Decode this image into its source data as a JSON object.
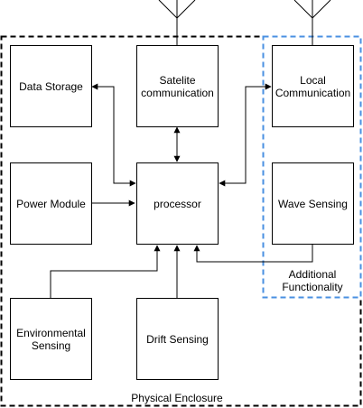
{
  "diagram": {
    "nodes": {
      "data_storage": "Data Storage",
      "satellite": [
        "Satelite",
        "communication"
      ],
      "local_comm": [
        "Local",
        "Communication"
      ],
      "power_module": "Power Module",
      "processor": "processor",
      "wave_sensing": "Wave Sensing",
      "environmental": [
        "Environmental",
        "Sensing"
      ],
      "drift_sensing": "Drift Sensing"
    },
    "groups": {
      "enclosure": "Physical Enclosure",
      "additional": [
        "Additional",
        "Functionality"
      ]
    },
    "colors": {
      "line": "#000000",
      "enclosure_border": "#000000",
      "additional_border": "#4a90e2"
    },
    "edges": [
      {
        "from": "processor",
        "to": "data_storage",
        "type": "bidirectional"
      },
      {
        "from": "processor",
        "to": "satellite",
        "type": "bidirectional"
      },
      {
        "from": "processor",
        "to": "local_comm",
        "type": "bidirectional"
      },
      {
        "from": "power_module",
        "to": "processor",
        "type": "directed"
      },
      {
        "from": "wave_sensing",
        "to": "processor",
        "type": "directed"
      },
      {
        "from": "environmental",
        "to": "processor",
        "type": "directed"
      },
      {
        "from": "drift_sensing",
        "to": "processor",
        "type": "directed"
      }
    ]
  }
}
